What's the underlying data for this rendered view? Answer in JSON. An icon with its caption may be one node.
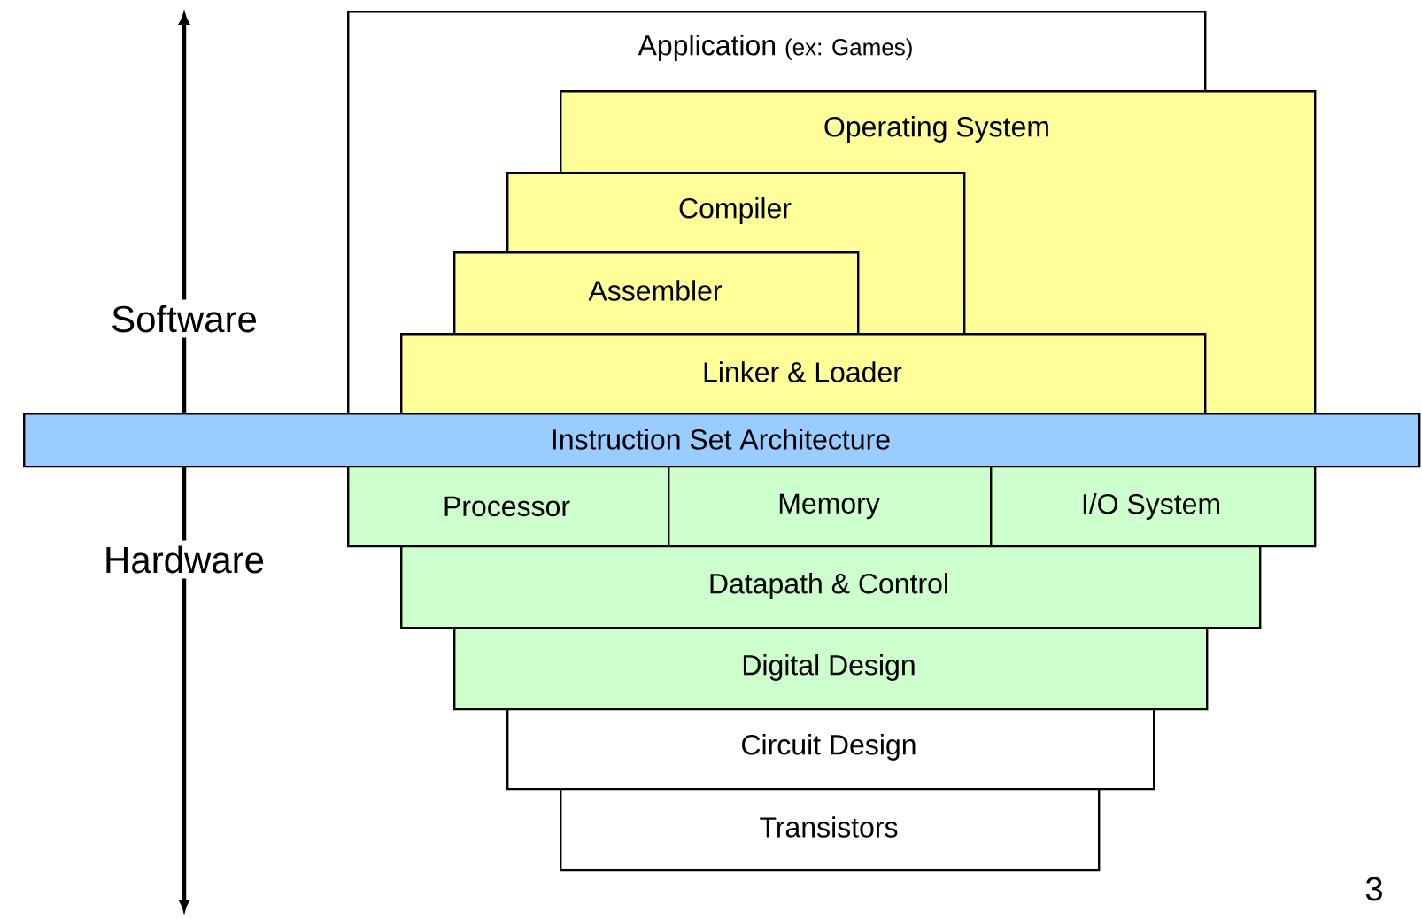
{
  "diagram": {
    "nodes": [
      {
        "text": [
          "Application",
          "(ex: Games)"
        ]
      },
      {
        "text": [
          "Operating System"
        ]
      },
      {
        "text": [
          "Compiler"
        ],
        "in": 0
      },
      {
        "text": [
          "Assembler"
        ],
        "in": 0
      },
      {
        "text": [
          "Linker & Loader"
        ],
        "in": 0
      },
      {
        "text": [
          "Instruction Set Architecture"
        ]
      },
      {
        "text": [
          "Processor"
        ]
      },
      {
        "text": [
          "Memory"
        ]
      },
      {
        "text": [
          "I/O System"
        ]
      },
      {
        "text": [
          "Datapath & Control"
        ]
      },
      {
        "text": [
          "Digital Design"
        ]
      },
      {
        "text": [
          "Circuit Design"
        ]
      },
      {
        "text": [
          "Transistors"
        ]
      }
    ],
    "labels": [
      "Software",
      "Hardware",
      "3"
    ]
  }
}
